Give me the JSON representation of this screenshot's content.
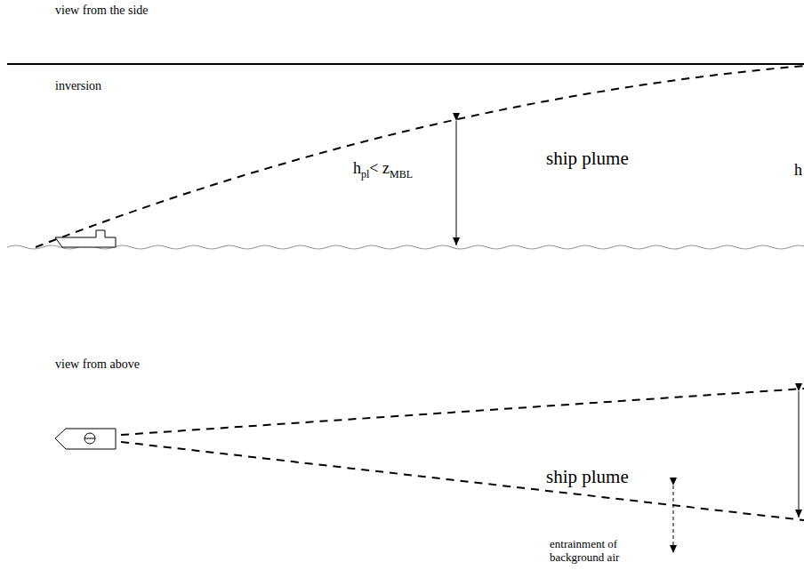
{
  "diagram": {
    "labels": [
      "view from the side",
      "inversion",
      "h",
      "pl",
      "< z",
      "MBL",
      "ship plume",
      "h",
      "view from above",
      "ship plume",
      "entrainment of background air"
    ]
  }
}
